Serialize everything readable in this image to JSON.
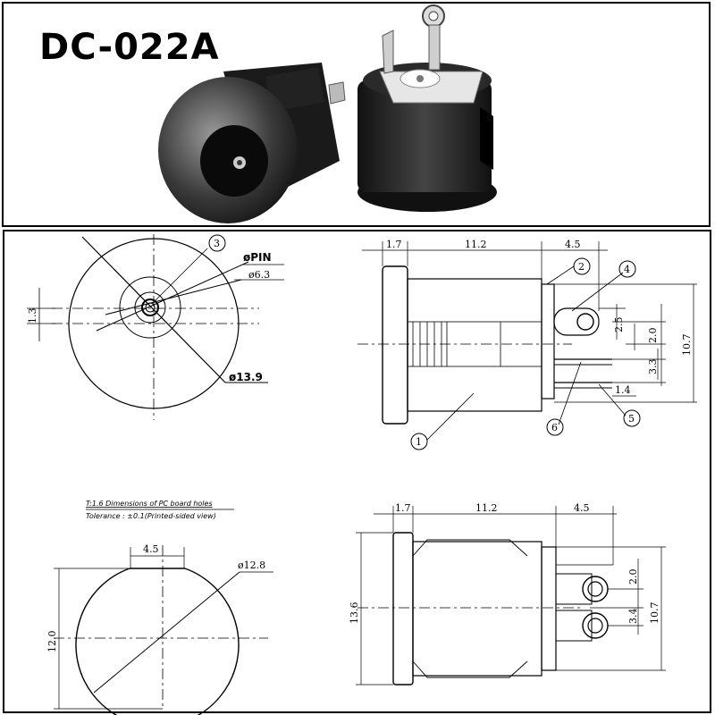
{
  "title": "DC-022A",
  "front_view": {
    "callout_3": "3",
    "pin_label": "øPIN",
    "d_inner": "ø6.3",
    "d_outer": "ø13.9",
    "offset": "1.3"
  },
  "side_view": {
    "dim_a": "1.7",
    "dim_b": "11.2",
    "dim_c": "4.5",
    "dim_25": "2.5",
    "dim_20": "2.0",
    "dim_33": "3.3",
    "dim_14": "1.4",
    "height": "10.7",
    "callout_1": "1",
    "callout_2": "2",
    "callout_4": "4",
    "callout_5": "5",
    "callout_6": "6"
  },
  "pcb_view": {
    "heading": "T:1.6 Dimensions of PC board holes",
    "tolerance": "Tolerance : ±0.1(Printed-sided view)",
    "width": "4.5",
    "diameter": "ø12.8",
    "height": "12.0"
  },
  "bottom_view": {
    "dim_a": "1.7",
    "dim_b": "11.2",
    "dim_c": "4.5",
    "dim_20": "2.0",
    "dim_34": "3.4",
    "height_outer": "13.6",
    "height_inner": "10.7"
  }
}
